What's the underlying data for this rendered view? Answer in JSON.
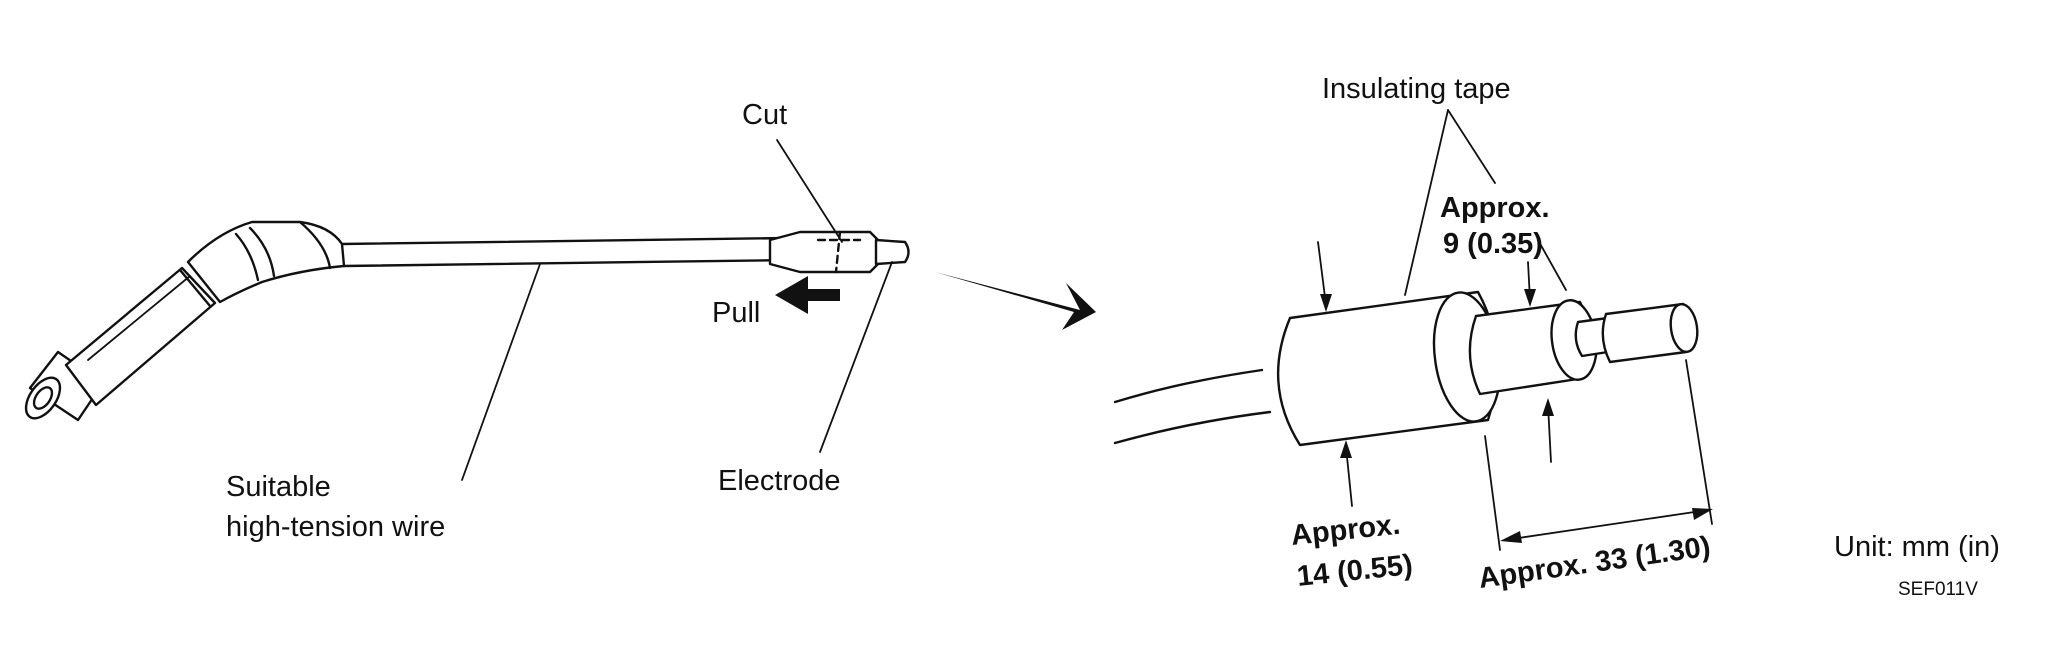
{
  "labels": {
    "cut": "Cut",
    "pull": "Pull",
    "electrode": "Electrode",
    "wire_line1": "Suitable",
    "wire_line2": "high-tension wire",
    "insulating_tape": "Insulating tape",
    "approx_9_line1": "Approx.",
    "approx_9_line2": "9 (0.35)",
    "approx_14_line1": "Approx.",
    "approx_14_line2": "14 (0.55)",
    "approx_33": "Approx. 33 (1.30)",
    "unit": "Unit: mm (in)",
    "figure_code": "SEF011V"
  },
  "colors": {
    "ink": "#111111",
    "background": "#ffffff"
  }
}
